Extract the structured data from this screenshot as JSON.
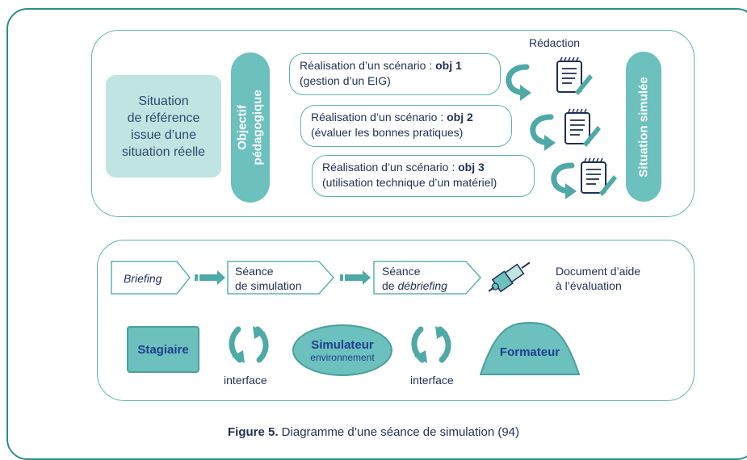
{
  "top": {
    "reference": [
      "Situation",
      "de référence",
      "issue d’une",
      "situation réelle"
    ],
    "objectif": [
      "Objectif",
      "pédagogique"
    ],
    "redaction": "Rédaction",
    "situation_simulee": "Situation simulée",
    "scenarios": [
      {
        "prefix": "Réalisation d’un scénario : ",
        "obj": "obj 1",
        "detail": "(gestion d’un EIG)"
      },
      {
        "prefix": "Réalisation d’un scénario : ",
        "obj": "obj 2",
        "detail": "(évaluer les bonnes pratiques)"
      },
      {
        "prefix": "Réalisation d’un scénario : ",
        "obj": "obj 3",
        "detail": "(utilisation technique d’un matériel)"
      }
    ]
  },
  "bottom": {
    "flow": {
      "briefing": "Briefing",
      "seance_sim": [
        "Séance",
        "de simulation"
      ],
      "seance_deb_1": "Séance",
      "seance_deb_2a": "de ",
      "seance_deb_2b": "débriefing",
      "document": [
        "Document d’aide",
        "à l’évaluation"
      ]
    },
    "stagiaire": "Stagiaire",
    "simulateur": "Simulateur",
    "environnement": "environnement",
    "formateur": "Formateur",
    "interface_left": "interface",
    "interface_right": "interface"
  },
  "caption": {
    "label": "Figure 5.",
    "text": " Diagramme d’une séance de simulation (94)"
  },
  "colors": {
    "teal_border": "#5bb3b0",
    "teal_fill": "#6cc0bd",
    "light_fill": "#bfe4e2",
    "text_dark": "#1f2f55",
    "blue_text": "#1f3f8f"
  },
  "icons": [
    "undo-arrow-icon",
    "document-pen-icon",
    "arrow-right-icon",
    "puzzle-icon",
    "cycle-arrows-icon"
  ]
}
